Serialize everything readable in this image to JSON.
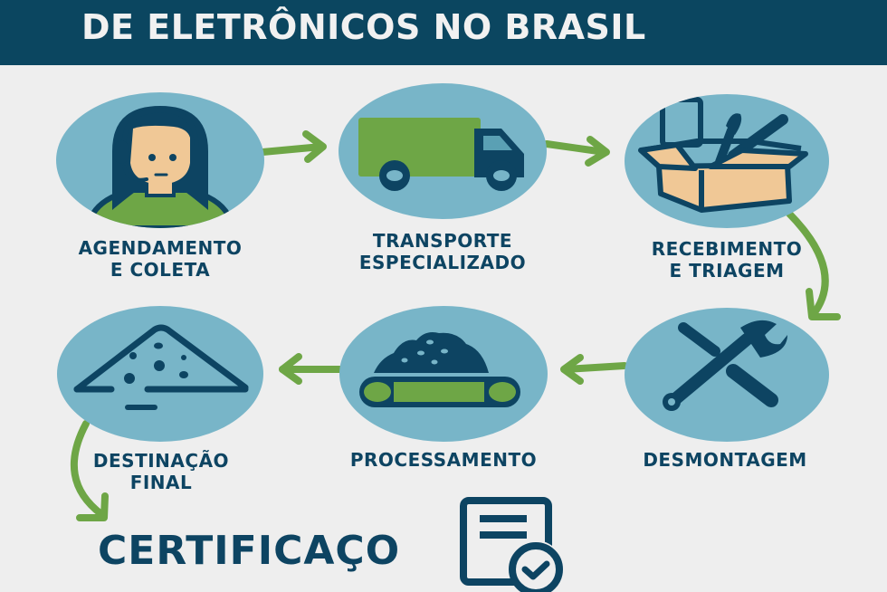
{
  "header": {
    "title": "DE ELETRÔNICOS NO BRASIL"
  },
  "steps": [
    {
      "id": "agendamento",
      "label_line1": "AGENDAMENTO",
      "label_line2": "E COLETA",
      "icon": "operator-headset-icon"
    },
    {
      "id": "transporte",
      "label_line1": "TRANSPORTE",
      "label_line2": "ESPECIALIZADO",
      "icon": "truck-icon"
    },
    {
      "id": "recebimento",
      "label_line1": "RECEBIMENTO",
      "label_line2": "E TRIAGEM",
      "icon": "box-with-devices-icon"
    },
    {
      "id": "desmontagem",
      "label_line1": "DESMONTAGEM",
      "label_line2": "",
      "icon": "wrench-screwdriver-icon"
    },
    {
      "id": "processamento",
      "label_line1": "PROCESSAMENTO",
      "label_line2": "",
      "icon": "conveyor-belt-icon"
    },
    {
      "id": "destinacao",
      "label_line1": "DESTINAÇÃO",
      "label_line2": "FINAL",
      "icon": "pile-icon"
    }
  ],
  "certification": {
    "label": "CERTIFICAÇO",
    "icon": "certificate-check-icon"
  },
  "colors": {
    "header_bg": "#0b4660",
    "circle": "#78b5c8",
    "dark": "#0d4462",
    "green": "#6ea646",
    "skin": "#f0c896",
    "background": "#eeeeee"
  }
}
